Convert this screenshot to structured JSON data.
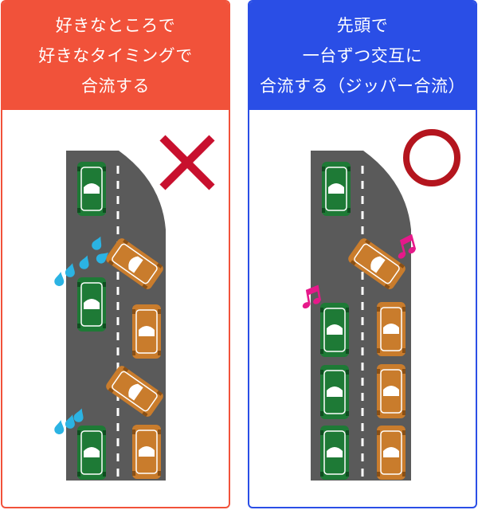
{
  "left_panel": {
    "heading_lines": [
      "好きなところで",
      "好きなタイミングで",
      "合流する"
    ],
    "verdict": "cross-mark-icon"
  },
  "right_panel": {
    "heading_lines": [
      "先頭で",
      "一台ずつ交互に",
      "合流する（ジッパー合流）"
    ],
    "verdict": "circle-mark-icon"
  },
  "colors": {
    "left_accent": "#f1523a",
    "right_accent": "#2a4ee6",
    "road": "#5a5a5a",
    "green_car": "#1e7a36",
    "orange_car": "#c97c2c",
    "cross_mark": "#c8102e",
    "circle_mark": "#b4151e",
    "sweat_drops": "#2bb3e3",
    "music_notes": "#e6198a"
  }
}
